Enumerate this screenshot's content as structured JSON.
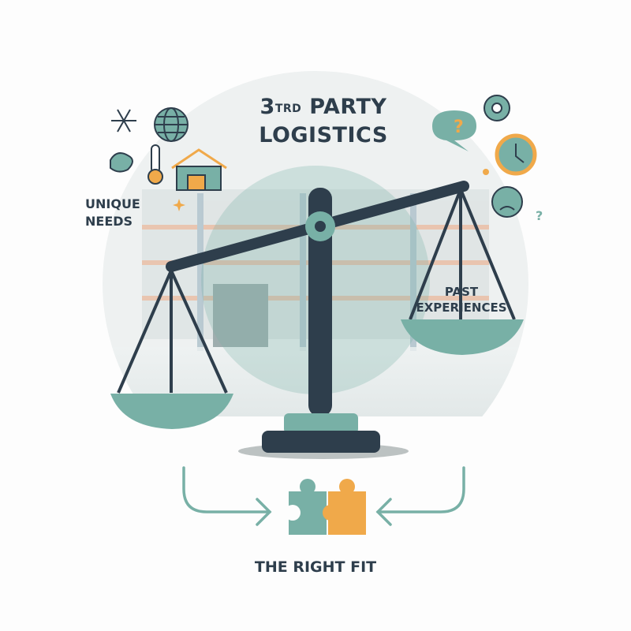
{
  "title": {
    "prefix": "3",
    "superscript": "TRD",
    "line1_rest": " PARTY",
    "line2": "LOGISTICS"
  },
  "left_label": {
    "line1": "UNIQUE",
    "line2": "NEEDS"
  },
  "right_label": {
    "line1": "PAST",
    "line2": "EXPERIENCES"
  },
  "bottom_label": "THE RIGHT FIT",
  "left_icons": [
    "snowflake-icon",
    "globe-icon",
    "recycle-cloud-icon",
    "thermometer-icon",
    "warehouse-icon",
    "sparkle-icon"
  ],
  "right_icons": [
    "gear-icon",
    "question-bubble-icon",
    "stopwatch-icon",
    "sad-face-icon",
    "question-mark-icon"
  ],
  "colors": {
    "dark": "#2e3e4c",
    "teal": "#78b0a6",
    "orange": "#f0a94a",
    "bg": "#fdfdfd",
    "circle": "#e6eceb"
  }
}
